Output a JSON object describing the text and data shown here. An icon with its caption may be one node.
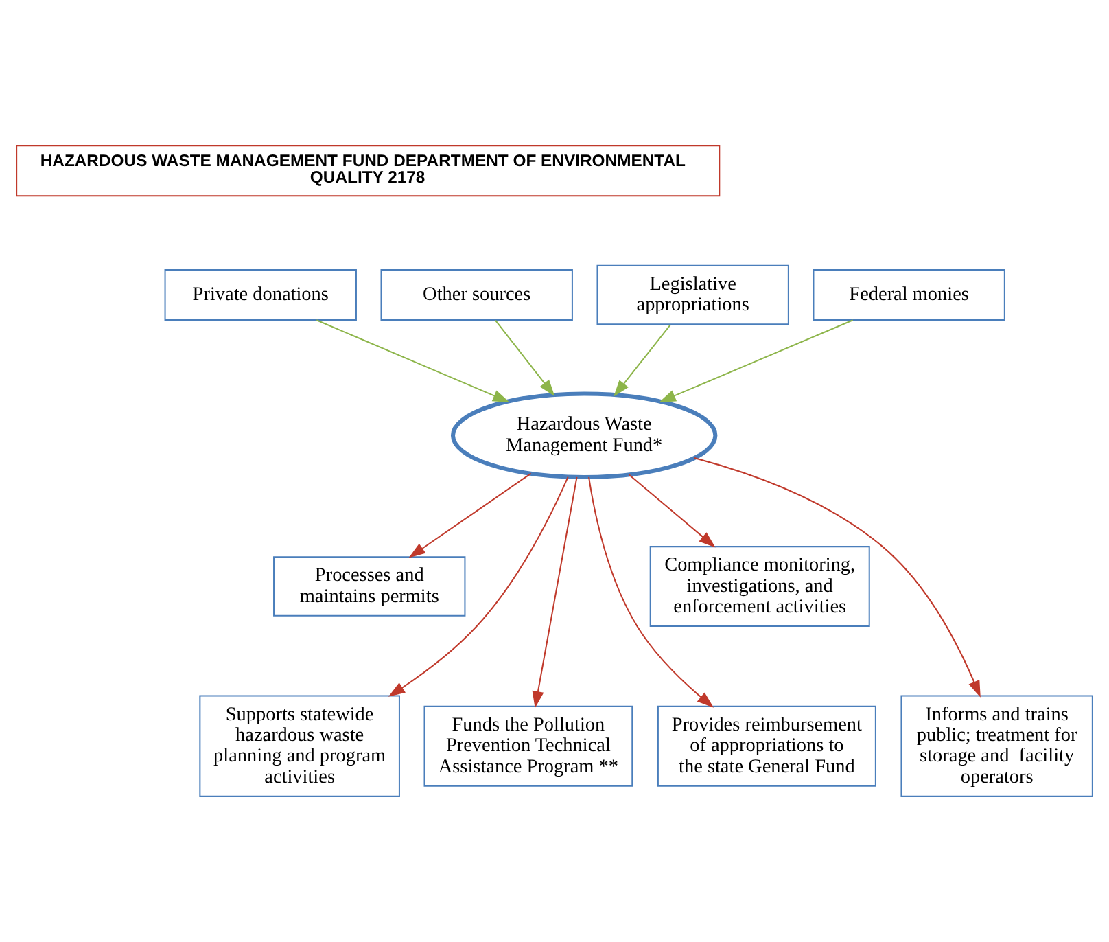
{
  "diagram": {
    "nodes": [
      {
        "text": [
          "HAZARDOUS WASTE MANAGEMENT FUND DEPARTMENT OF ENVIRONMENTAL QUALITY 2178"
        ]
      },
      {
        "text": [
          "Private donations"
        ]
      },
      {
        "text": [
          "Legislative appropriations"
        ]
      },
      {
        "text": [
          "Federal monies"
        ]
      },
      {
        "text": [
          "Other sources"
        ]
      },
      {
        "text": [
          "Hazardous Waste Management Fund*"
        ]
      },
      {
        "text": [
          "Processes and maintains permits"
        ]
      },
      {
        "text": [
          "Compliance monitoring, investigations, and enforcement activities"
        ]
      },
      {
        "text": [
          "Supports statewide hazardous waste planning and program activities"
        ]
      },
      {
        "text": [
          "Funds the Pollution Prevention Technical Assistance Program **"
        ]
      },
      {
        "text": [
          "Provides reimbursement of appropriations to the state General Fund"
        ]
      },
      {
        "text": [
          "Informs and trains public; treatment for storage and  facility operators"
        ]
      }
    ],
    "edges": [
      {
        "from": 1,
        "to": 5,
        "arrow": "to",
        "color": "#8db54a"
      },
      {
        "from": 2,
        "to": 5,
        "arrow": "to",
        "color": "#8db54a"
      },
      {
        "from": 3,
        "to": 5,
        "arrow": "to",
        "color": "#8db54a"
      },
      {
        "from": 4,
        "to": 5,
        "arrow": "to",
        "color": "#8db54a"
      },
      {
        "from": 5,
        "to": 6,
        "arrow": "to",
        "color": "#c0392b"
      },
      {
        "from": 5,
        "to": 8,
        "arrow": "to",
        "color": "#c0392b"
      },
      {
        "from": 5,
        "to": 9,
        "arrow": "to",
        "color": "#c0392b"
      },
      {
        "from": 5,
        "to": 10,
        "arrow": "to",
        "color": "#c0392b"
      },
      {
        "from": 5,
        "to": 11,
        "arrow": "to",
        "color": "#c0392b"
      },
      {
        "from": 5,
        "to": 7,
        "arrow": "to",
        "color": "#c0392b"
      }
    ]
  }
}
